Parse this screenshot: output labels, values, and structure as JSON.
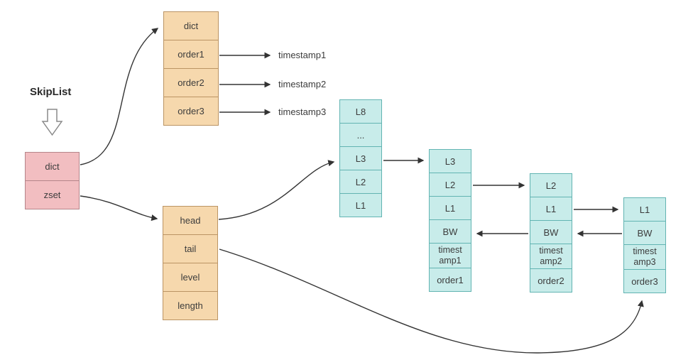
{
  "title": "SkipList",
  "colors": {
    "pink_fill": "#f2bec1",
    "pink_border": "#b5858a",
    "orange_fill": "#f6d8ad",
    "orange_border": "#bb9464",
    "cyan_fill": "#c8ecea",
    "cyan_border": "#62b4b2",
    "arrow": "#333333"
  },
  "skiplist": {
    "label": "SkipList",
    "cells": [
      "dict",
      "zset"
    ]
  },
  "dict_table": {
    "cells": [
      "dict",
      "order1",
      "order2",
      "order3"
    ],
    "timestamps": [
      "timestamp1",
      "timestamp2",
      "timestamp3"
    ]
  },
  "zset_table": {
    "cells": [
      "head",
      "tail",
      "level",
      "length"
    ]
  },
  "head_node": {
    "cells": [
      "L8",
      "...",
      "L3",
      "L2",
      "L1"
    ]
  },
  "nodes": [
    {
      "cells": [
        "L3",
        "L2",
        "L1",
        "BW",
        "timest\namp1",
        "order1"
      ]
    },
    {
      "cells": [
        "L2",
        "L1",
        "BW",
        "timest\namp2",
        "order2"
      ]
    },
    {
      "cells": [
        "L1",
        "BW",
        "timest\namp3",
        "order3"
      ]
    }
  ]
}
